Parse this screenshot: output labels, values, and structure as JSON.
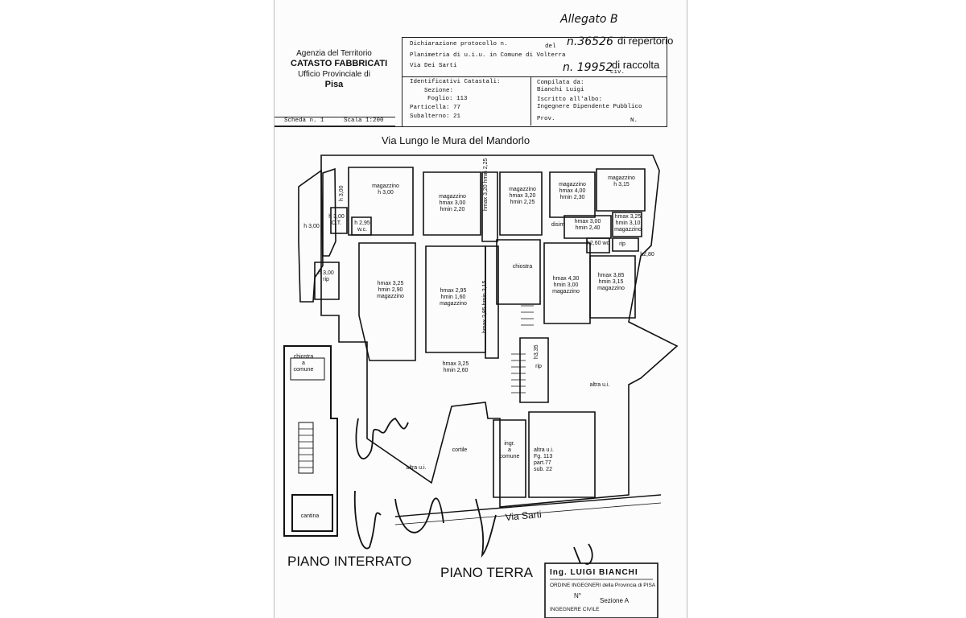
{
  "header": {
    "allegato": "Allegato B",
    "repertorio_no": "n.36526",
    "repertorio_label": "di repertorio",
    "raccolta_no": "n. 19952",
    "raccolta_label": "di raccolta",
    "agency_line1": "Agenzia del Territorio",
    "agency_line2": "CATASTO FABBRICATI",
    "agency_line3": "Ufficio Provinciale di",
    "agency_line4": "Pisa",
    "dichiarazione": "Dichiarazione protocollo n.",
    "del": "del",
    "planimetria": "Planimetria di u.i.u. in Comune di Volterra",
    "address": "Via Dei Sarti",
    "civ": "civ.",
    "identificativi": "Identificativi Catastali:",
    "sezione": "Sezione:",
    "foglio": "Foglio: 113",
    "particella": "Particella: 77",
    "subalterno": "Subalterno: 21",
    "compilata": "Compilata da:",
    "compilatore": "Bianchi Luigi",
    "iscritto": "Iscritto all'albo:",
    "albo": "Ingegnere Dipendente Pubblico",
    "prov": "Prov.",
    "n": "N.",
    "scheda": "Scheda n. 1",
    "scala": "Scala 1:200"
  },
  "plan": {
    "street_top": "Via Lungo le Mura del Mandorlo",
    "street_bottom": "Via Sarti",
    "floor_interrato": "PIANO INTERRATO",
    "floor_terra": "PIANO TERRA",
    "rooms": {
      "mag1_name": "magazzino",
      "mag1_h": "h 3,00",
      "mag2_name": "magazzino",
      "mag2_h1": "hmax 3,00",
      "mag2_h2": "hmin 2,20",
      "narrow_h1": "hmax 3,20",
      "narrow_h2": "hmin 2,25",
      "mag3_name": "magazzino",
      "mag3_h1": "hmax 3,20",
      "mag3_h2": "hmin 2,25",
      "mag4_name": "magazzino",
      "mag4_h1": "hmax 4,00",
      "mag4_h2": "hmin 2,30",
      "mag5_name": "magazzino",
      "mag5_h": "h 3,15",
      "disim": "disim",
      "dis_h1": "hmax 3,00",
      "dis_h2": "hmin 2,40",
      "mag6_h1": "hmax 3,25",
      "mag6_h2": "hmin 3,10",
      "mag6_name": "magazzino",
      "wc_h": "h2,60",
      "wc": "wc",
      "rip_small": "rip",
      "h280": "h2,80",
      "ct_h": "h 3,00",
      "ct": "C.T.",
      "wc2_h": "h 2,95",
      "wc2": "w.c.",
      "left_h": "h 3,00",
      "left_h2": "h 3,00",
      "left_h3": "h 3,00",
      "rip_left": "rip",
      "big1_h1": "hmax 3,25",
      "big1_h2": "hmin 2,90",
      "big1_name": "magazzino",
      "big2_h1": "hmax 2,95",
      "big2_h2": "hmin 1,60",
      "big2_name": "magazzino",
      "corr_h1": "hmax 2,85",
      "corr_h2": "hmin 2,15",
      "chiostra": "chiostra",
      "mag7_h1": "hmax 4,30",
      "mag7_h2": "hmin 3,00",
      "mag7_name": "magazzino",
      "mag8_h1": "hmax 3,85",
      "mag8_h2": "hmin 3,15",
      "mag8_name": "magazzino",
      "rip_h": "h3,35",
      "rip": "rip",
      "low_h1": "hmax 3,25",
      "low_h2": "hmin 2,60",
      "altra_right": "altra u.i.",
      "chiostra_comune1": "chiostra",
      "chiostra_comune2": "a",
      "chiostra_comune3": "comune",
      "cantina": "cantina",
      "altra_left": "altra u.i.",
      "cortile": "cortile",
      "ingr1": "ingr.",
      "ingr2": "a",
      "ingr3": "comune",
      "altra_sub1": "altra u.i.",
      "altra_sub2": "Fg. 113",
      "altra_sub3": "part.77",
      "altra_sub4": "sub. 22"
    }
  },
  "stamp": {
    "line1": "Ing. LUIGI BIANCHI",
    "line2": "ORDINE INGEGNERI della Provincia di PISA",
    "line3": "N°",
    "line4": "Sezione A",
    "line5": "INGEGNERE CIVILE"
  }
}
